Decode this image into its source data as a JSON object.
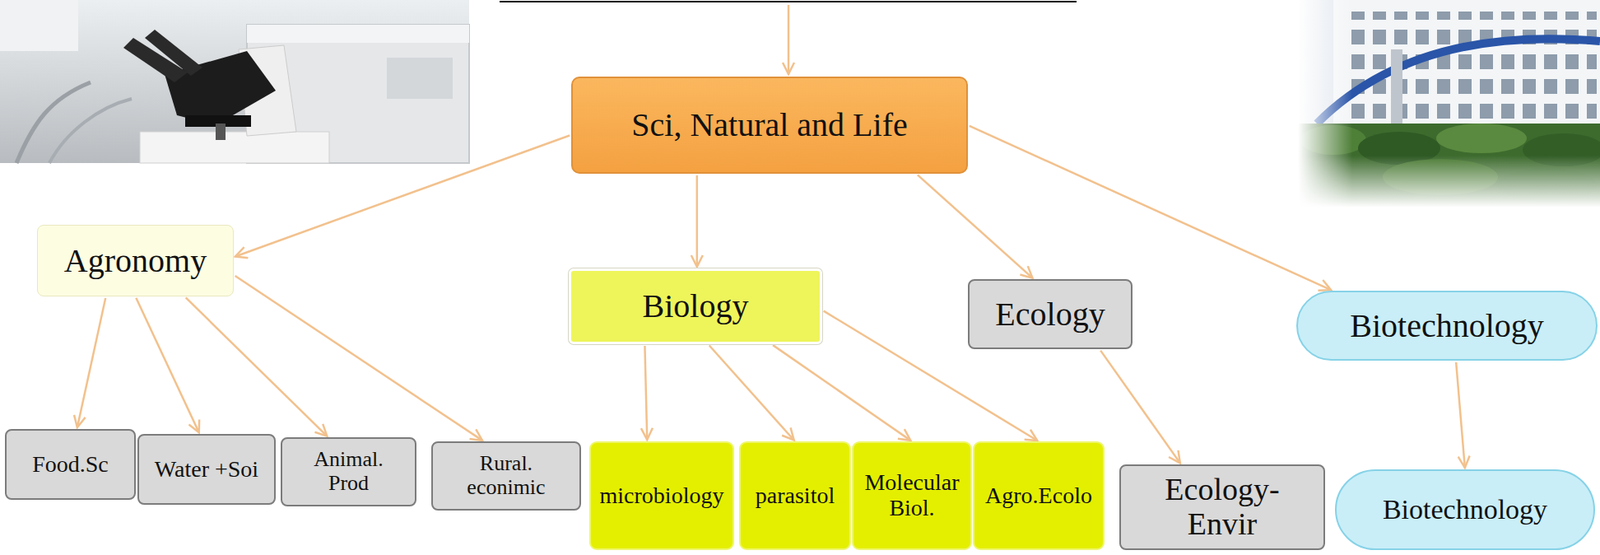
{
  "diagram": {
    "nodes": [
      {
        "text": [
          "Sci, Natural and Life"
        ]
      },
      {
        "text": [
          "Agronomy"
        ]
      },
      {
        "text": [
          "Biology"
        ]
      },
      {
        "text": [
          "Ecology"
        ]
      },
      {
        "text": [
          "Biotechnology"
        ]
      },
      {
        "text": [
          "Food.Sc"
        ]
      },
      {
        "text": [
          "Water +Soi"
        ]
      },
      {
        "text": [
          "Animal. Prod"
        ]
      },
      {
        "text": [
          "Rural. econimic"
        ]
      },
      {
        "text": [
          "microbiology"
        ]
      },
      {
        "text": [
          "parasitol"
        ]
      },
      {
        "text": [
          "Molecular Biol."
        ]
      },
      {
        "text": [
          "Agro.Ecolo"
        ]
      },
      {
        "text": [
          "Ecology- Envir"
        ]
      },
      {
        "text": [
          "Biotechnology"
        ]
      }
    ],
    "edges": [
      {
        "from": 0,
        "to": 1,
        "arrow": "to"
      },
      {
        "from": 0,
        "to": 2,
        "arrow": "to"
      },
      {
        "from": 0,
        "to": 3,
        "arrow": "to"
      },
      {
        "from": 0,
        "to": 4,
        "arrow": "to"
      },
      {
        "from": 1,
        "to": 5,
        "arrow": "to"
      },
      {
        "from": 1,
        "to": 6,
        "arrow": "to"
      },
      {
        "from": 1,
        "to": 7,
        "arrow": "to"
      },
      {
        "from": 1,
        "to": 8,
        "arrow": "to"
      },
      {
        "from": 2,
        "to": 9,
        "arrow": "to"
      },
      {
        "from": 2,
        "to": 10,
        "arrow": "to"
      },
      {
        "from": 2,
        "to": 11,
        "arrow": "to"
      },
      {
        "from": 2,
        "to": 12,
        "arrow": "to"
      },
      {
        "from": 3,
        "to": 13,
        "arrow": "to"
      },
      {
        "from": 4,
        "to": 14,
        "arrow": "to"
      }
    ]
  }
}
